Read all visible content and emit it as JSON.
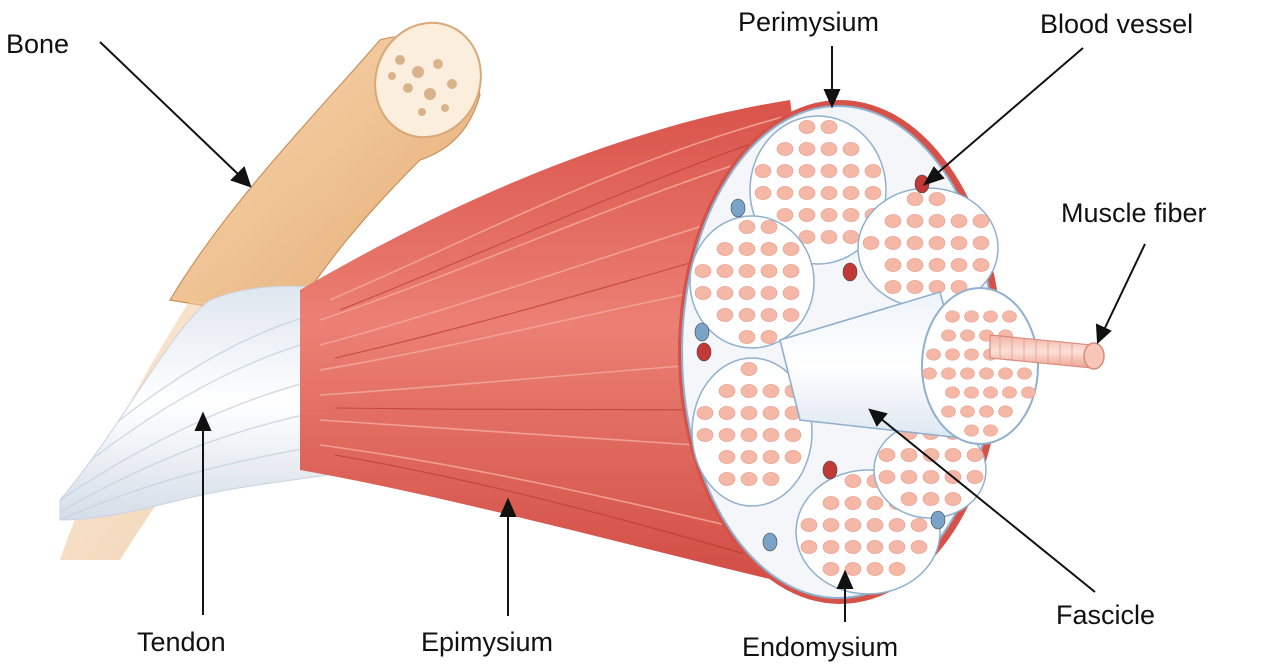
{
  "labels": {
    "bone": "Bone",
    "perimysium": "Perimysium",
    "blood_vessel": "Blood vessel",
    "muscle_fiber": "Muscle fiber",
    "tendon": "Tendon",
    "epimysium": "Epimysium",
    "endomysium": "Endomysium",
    "fascicle": "Fascicle"
  },
  "colors": {
    "bone": "#f0c89a",
    "bone_marrow": "#fbeedd",
    "tendon": "#e9eef5",
    "muscle": "#e3695e",
    "muscle_dark": "#c9443d",
    "fiber": "#f5b7a6",
    "connective": "#f4f6f9",
    "membrane": "#8fb0cf",
    "vessel": "#c23a35",
    "text": "#111111"
  }
}
